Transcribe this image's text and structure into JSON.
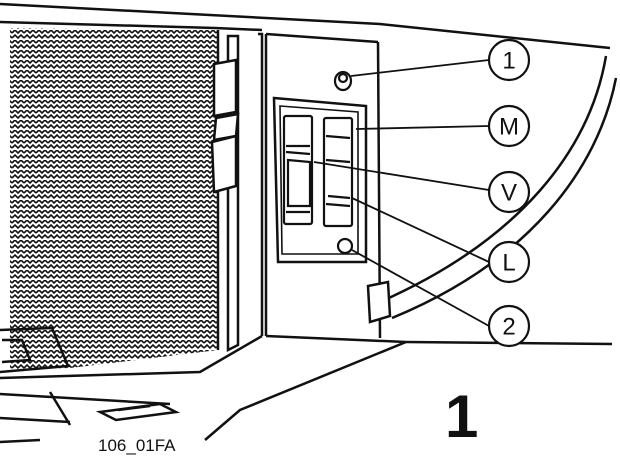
{
  "callouts": {
    "c1": "1",
    "cM": "M",
    "cV": "V",
    "cL": "L",
    "c2": "2"
  },
  "figure": {
    "reference_code": "106_01FA",
    "number": "1"
  },
  "colors": {
    "line": "#111111",
    "background": "#ffffff"
  }
}
